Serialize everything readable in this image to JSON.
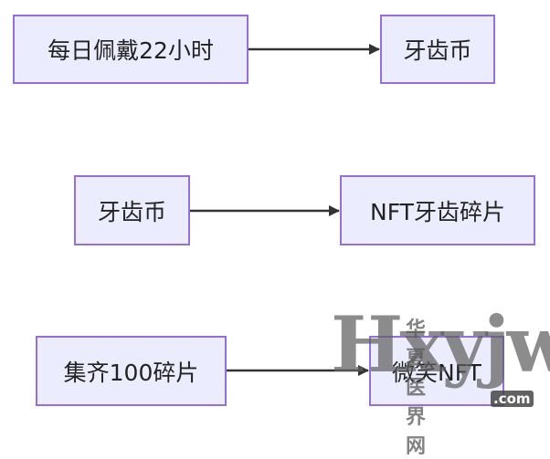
{
  "nodes": {
    "wear": "每日佩戴22小时",
    "coin_a": "牙齿币",
    "coin_b": "牙齿币",
    "nft_fragment": "NFT牙齿碎片",
    "collect": "集齐100碎片",
    "smile_nft": "微笑NFT"
  },
  "watermark": {
    "brand": "Hxyjw",
    "tagline": "华夏医界网",
    "domain": ".com"
  },
  "colors": {
    "node_fill": "#ececff",
    "node_border": "#9370db",
    "edge": "#333333"
  }
}
